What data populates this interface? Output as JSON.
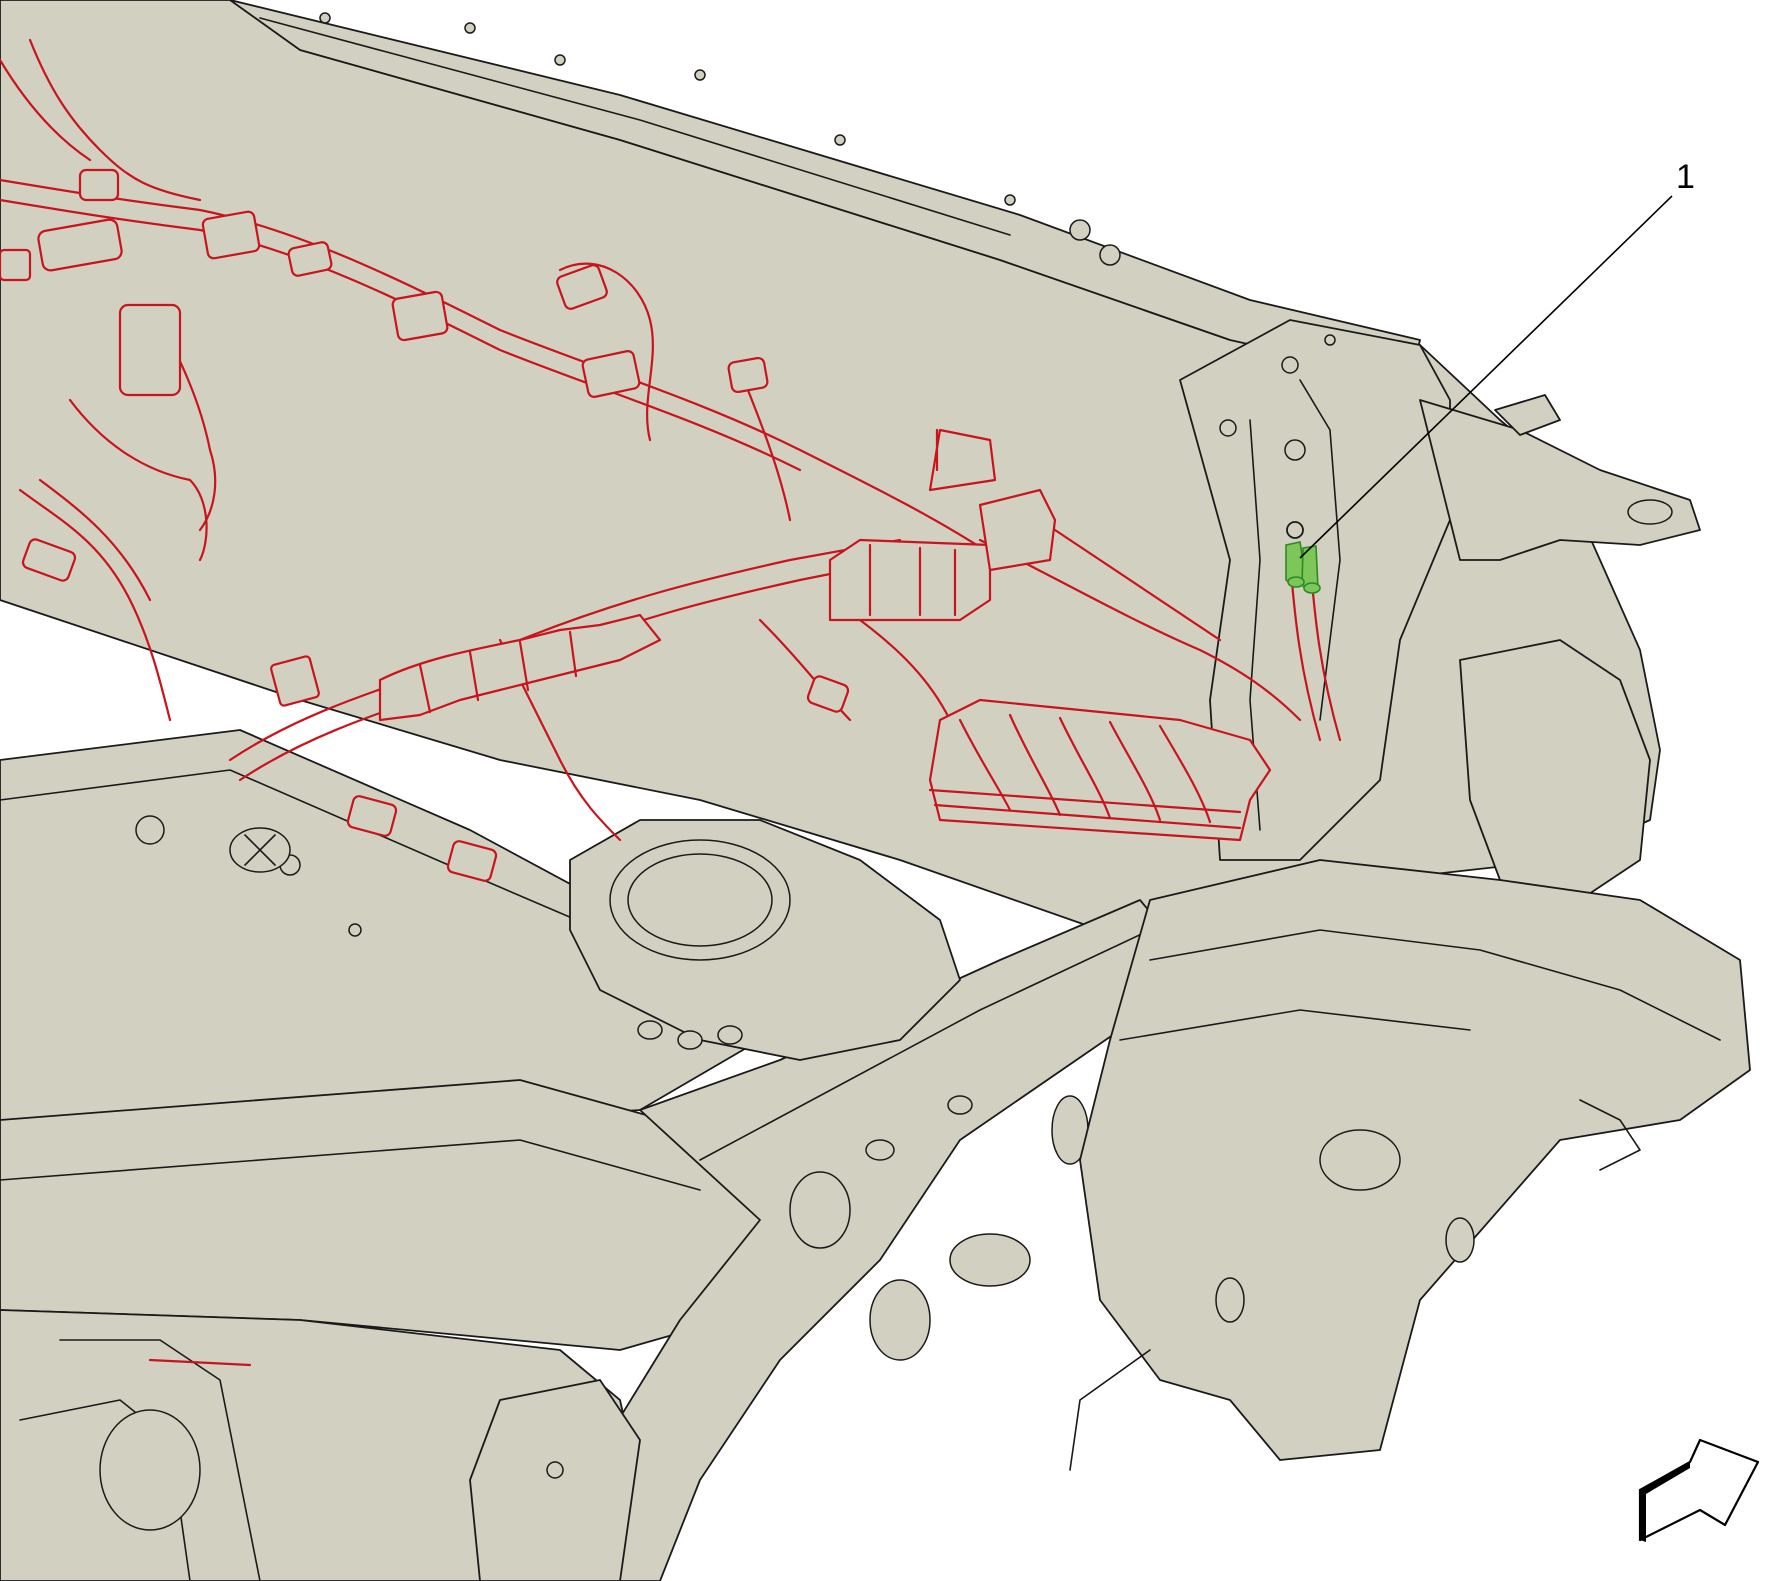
{
  "diagram": {
    "callouts": [
      {
        "id": "1",
        "label": "1",
        "target": "ground-terminal"
      }
    ],
    "orientation_arrow": "arrow-icon",
    "colors": {
      "body": "#d2d0c0",
      "outline": "#1a1a1a",
      "harness": "#c8141c",
      "highlight": "#7cc65a"
    }
  }
}
